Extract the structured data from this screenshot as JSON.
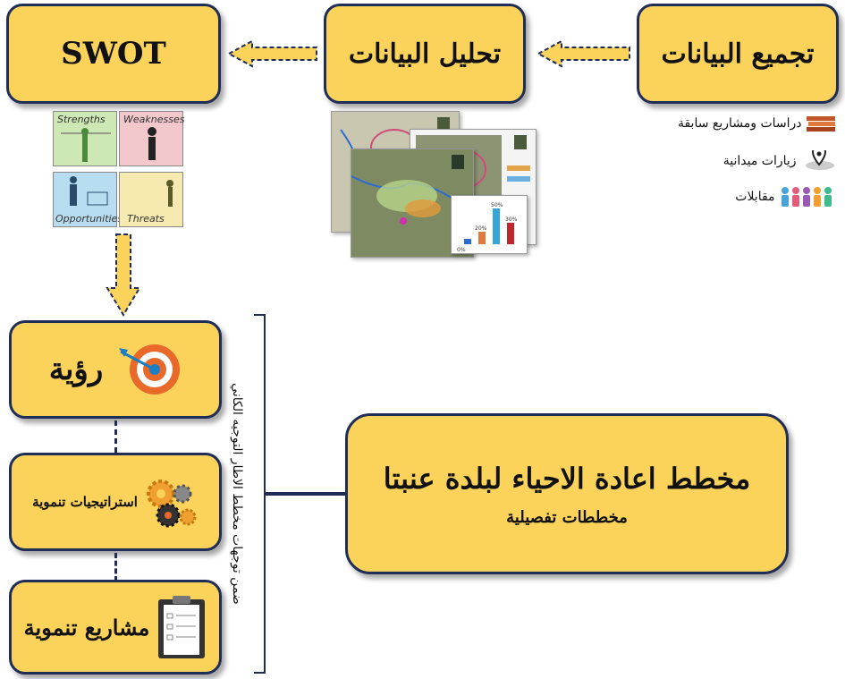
{
  "boxes": {
    "collect": "تجميع البيانات",
    "analyze": "تحليل البيانات",
    "swot": "SWOT",
    "vision": "رؤية",
    "strategies": "استراتيجيات تنموية",
    "projects": "مشاريع تنموية",
    "plan_title": "مخطط اعادة الاحياء لبلدة عنبتا",
    "plan_subtitle": "مخططات تفصيلية"
  },
  "sources": [
    {
      "label": "دراسات ومشاريع سابقة",
      "icon": "books-icon"
    },
    {
      "label": "زيارات ميدانية",
      "icon": "map-pin-icon"
    },
    {
      "label": "مقابلات",
      "icon": "people-icon"
    }
  ],
  "swot_cells": [
    "Strengths",
    "Weaknesses",
    "Opportunities",
    "Threats"
  ],
  "bracket_label": "ضمن توجهات مخطط الاطار التوجيه الكاني",
  "mini_chart": {
    "labels": [
      "0%",
      "20%",
      "50%",
      "30%"
    ]
  },
  "colors": {
    "box_fill": "#fbd35a",
    "border": "#1f2d57"
  }
}
